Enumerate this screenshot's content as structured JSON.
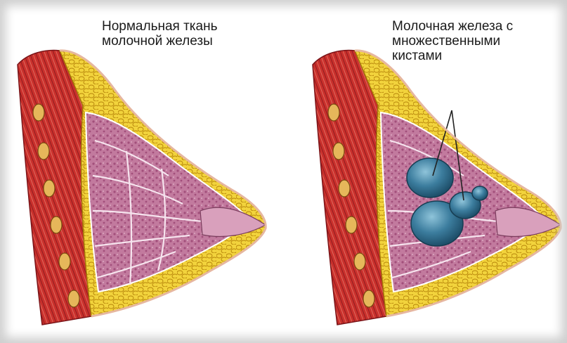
{
  "labels": {
    "normal": {
      "line1": "Нормальная ткань",
      "line2": "молочной железы"
    },
    "cysts": {
      "line1": "Молочная железа с",
      "line2": "множественными",
      "line3": "кистами"
    }
  },
  "colors": {
    "muscle": "#b3242b",
    "muscle_light": "#d9534f",
    "fat": "#f1d23a",
    "fat_outline": "#b8860b",
    "gland_tissue": "#c98aa8",
    "lobule": "#b85f88",
    "cyst": "#2f6d8f",
    "cyst_light": "#6aa7c3",
    "skin_edge": "#e9b8a6",
    "pointer_line": "#222222"
  },
  "icons": {
    "left_figure": "normal-breast-section",
    "right_figure": "breast-with-cysts-section"
  }
}
